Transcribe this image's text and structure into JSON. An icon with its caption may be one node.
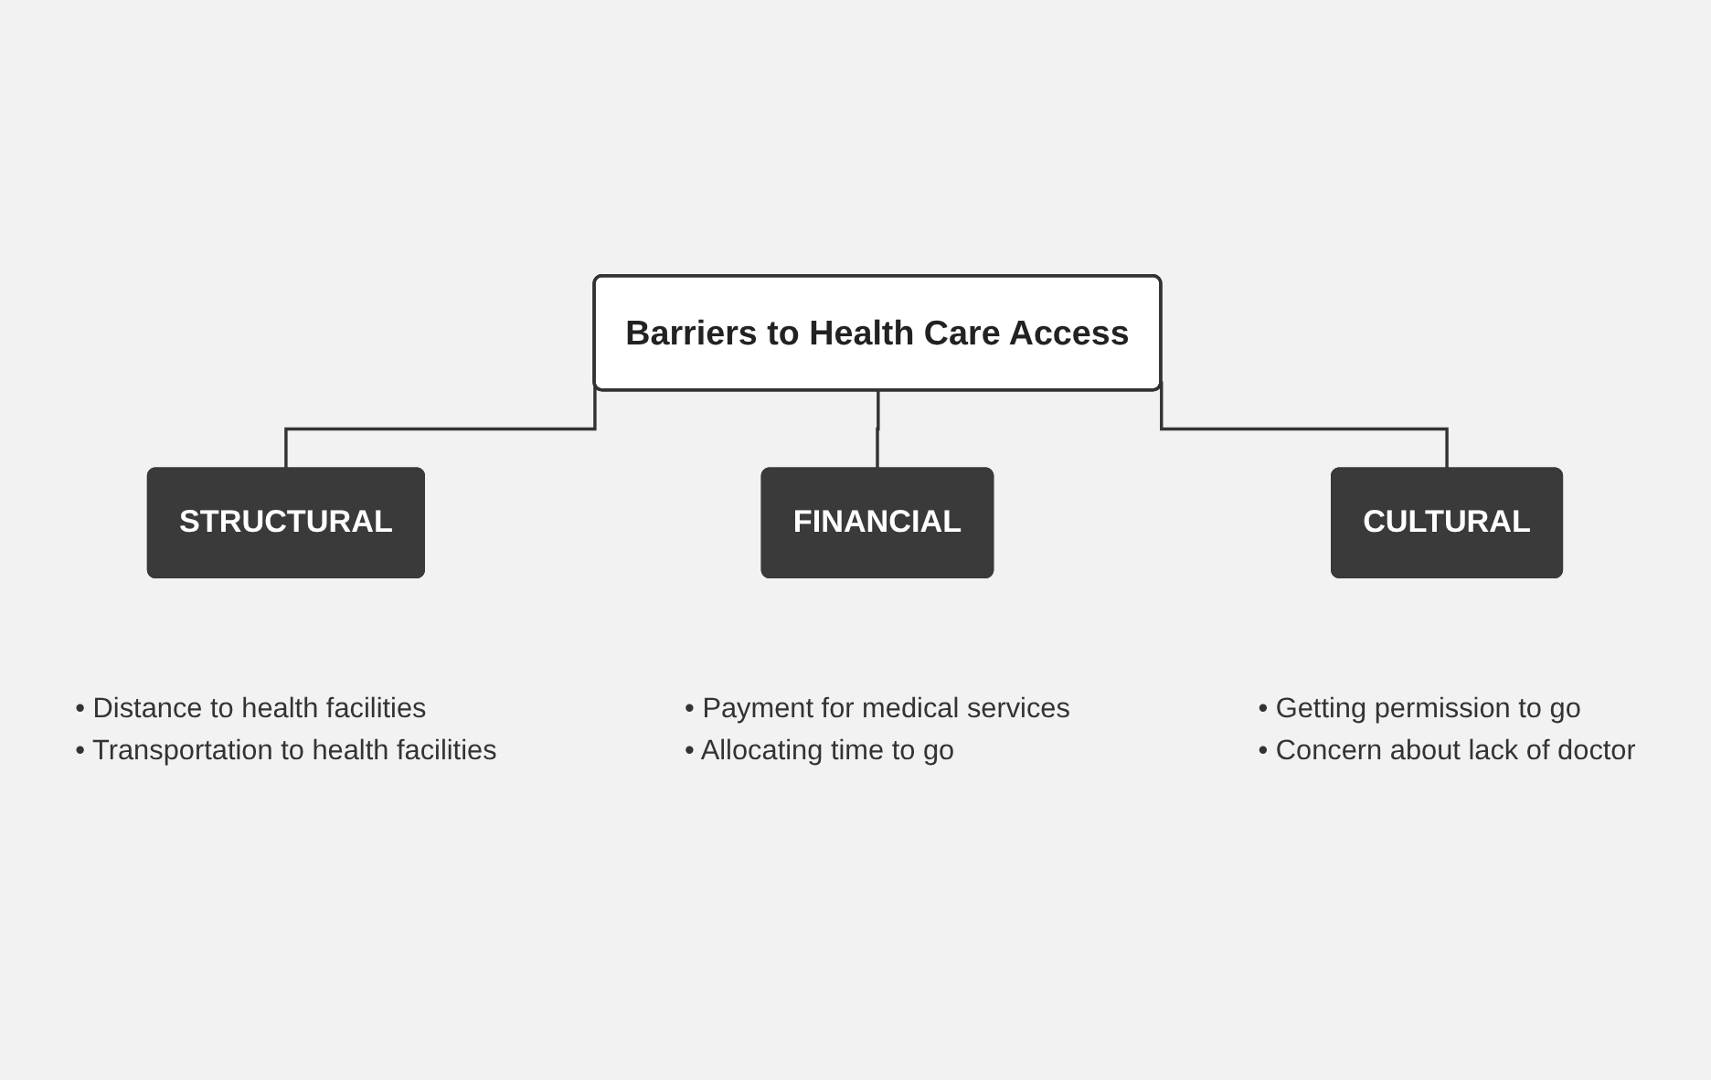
{
  "diagram": {
    "nodes": [
      {
        "text": [
          "Barriers to Health Care Access"
        ]
      },
      {
        "text": [
          "STRUCTURAL"
        ],
        "beside": [
          "• Distance to health facilities",
          "• Transportation to health facilities"
        ]
      },
      {
        "text": [
          "FINANCIAL"
        ],
        "beside": [
          "• Payment for medical services",
          "• Allocating time to go"
        ]
      },
      {
        "text": [
          "CULTURAL"
        ],
        "beside": [
          "• Getting permission to go",
          "• Concern about lack of doctor"
        ]
      }
    ],
    "edges": [
      {
        "from": 0,
        "to": 1,
        "arrow": "none"
      },
      {
        "from": 0,
        "to": 2,
        "arrow": "none"
      },
      {
        "from": 0,
        "to": 3,
        "arrow": "none"
      }
    ]
  }
}
